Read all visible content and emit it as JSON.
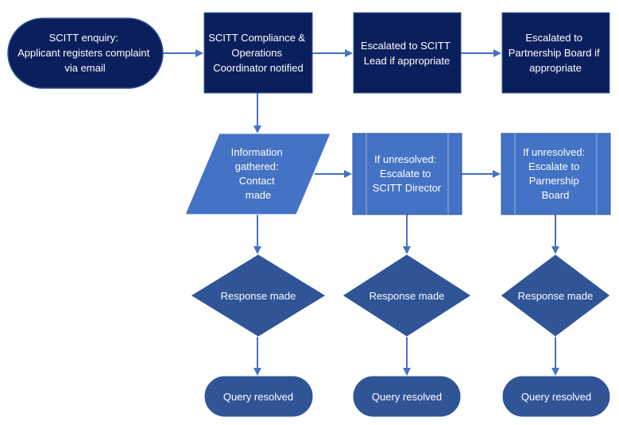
{
  "colors": {
    "dark_navy": "#0b1f5c",
    "mid_blue": "#2f5597",
    "light_blue": "#4472c4",
    "arrow": "#4472c4",
    "text": "#ffffff"
  },
  "nodes": {
    "enquiry": {
      "shape": "stadium",
      "lines": [
        "SCITT enquiry:",
        "Applicant registers complaint",
        "via email"
      ]
    },
    "coordinator": {
      "shape": "rectangle",
      "lines": [
        "SCITT Compliance &",
        "Operations",
        "Coordinator notified"
      ]
    },
    "escalate_lead": {
      "shape": "rectangle",
      "lines": [
        "Escalated to SCITT",
        "Lead if appropriate"
      ]
    },
    "escalate_board": {
      "shape": "rectangle",
      "lines": [
        "Escalated to",
        "Partnership Board if",
        "appropriate"
      ]
    },
    "information": {
      "shape": "parallelogram",
      "lines": [
        "Information",
        "gathered:",
        "Contact",
        "made"
      ]
    },
    "unresolved_director": {
      "shape": "predefined-process",
      "lines": [
        "If unresolved:",
        "Escalate to",
        "SCITT Director"
      ]
    },
    "unresolved_board": {
      "shape": "predefined-process",
      "lines": [
        "If unresolved:",
        "Escalate to",
        "Parnership",
        "Board"
      ]
    },
    "response_1": {
      "shape": "diamond",
      "lines": [
        "Response made"
      ]
    },
    "response_2": {
      "shape": "diamond",
      "lines": [
        "Response made"
      ]
    },
    "response_3": {
      "shape": "diamond",
      "lines": [
        "Response made"
      ]
    },
    "resolved_1": {
      "shape": "stadium",
      "lines": [
        "Query resolved"
      ]
    },
    "resolved_2": {
      "shape": "stadium",
      "lines": [
        "Query resolved"
      ]
    },
    "resolved_3": {
      "shape": "stadium",
      "lines": [
        "Query resolved"
      ]
    }
  },
  "edges": [
    {
      "from": "enquiry",
      "to": "coordinator"
    },
    {
      "from": "coordinator",
      "to": "escalate_lead"
    },
    {
      "from": "escalate_lead",
      "to": "escalate_board"
    },
    {
      "from": "coordinator",
      "to": "information"
    },
    {
      "from": "information",
      "to": "unresolved_director"
    },
    {
      "from": "unresolved_director",
      "to": "unresolved_board"
    },
    {
      "from": "information",
      "to": "response_1"
    },
    {
      "from": "unresolved_director",
      "to": "response_2"
    },
    {
      "from": "unresolved_board",
      "to": "response_3"
    },
    {
      "from": "response_1",
      "to": "resolved_1"
    },
    {
      "from": "response_2",
      "to": "resolved_2"
    },
    {
      "from": "response_3",
      "to": "resolved_3"
    }
  ]
}
